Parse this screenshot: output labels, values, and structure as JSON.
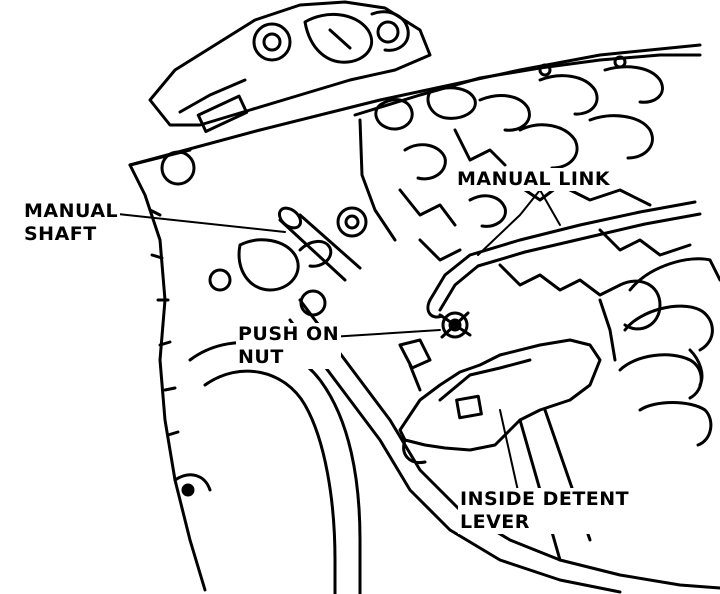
{
  "diagram": {
    "labels": {
      "manual_shaft": {
        "line1": "MANUAL",
        "line2": "SHAFT"
      },
      "manual_link": {
        "line1": "MANUAL LINK"
      },
      "push_on_nut": {
        "line1": "PUSH ON",
        "line2": "NUT"
      },
      "inside_detent_lever": {
        "line1": "INSIDE DETENT",
        "line2": "LEVER"
      }
    },
    "colors": {
      "ink": "#000000",
      "paper": "#ffffff"
    }
  }
}
